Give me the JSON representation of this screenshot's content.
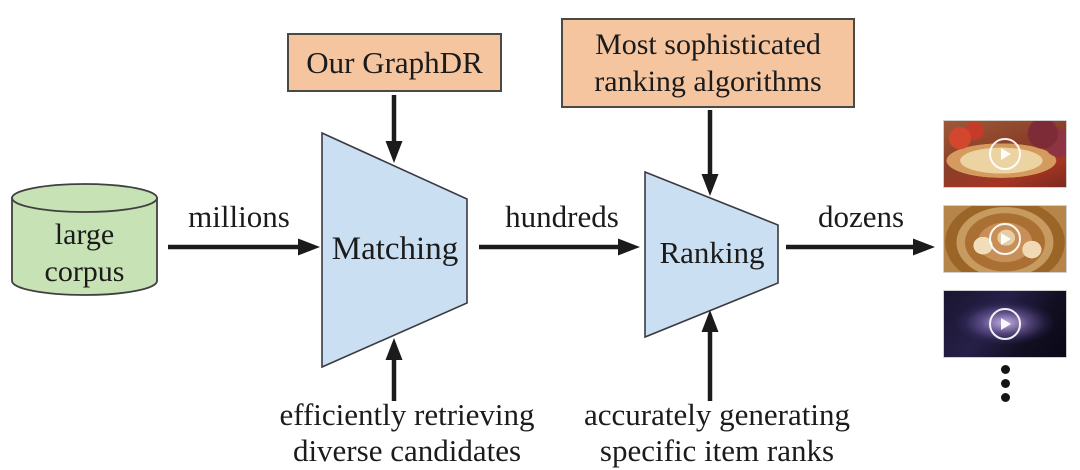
{
  "figure": {
    "corpus": {
      "line1": "large",
      "line2": "corpus"
    },
    "flow": {
      "millions": "millions",
      "hundreds": "hundreds",
      "dozens": "dozens"
    },
    "stages": {
      "matching": "Matching",
      "ranking": "Ranking"
    },
    "callouts": {
      "graphdr": "Our GraphDR",
      "ranking_algorithms": {
        "line1": "Most sophisticated",
        "line2": "ranking algorithms"
      }
    },
    "notes": {
      "matching": {
        "line1": "efficiently retrieving",
        "line2": "diverse candidates"
      },
      "ranking": {
        "line1": "accurately generating",
        "line2": "specific item ranks"
      }
    },
    "outputs": {
      "items": [
        {
          "icon": "play-icon",
          "thumbnail": "pizza-food-video"
        },
        {
          "icon": "play-icon",
          "thumbnail": "kittens-basket-video"
        },
        {
          "icon": "play-icon",
          "thumbnail": "galaxy-space-video"
        }
      ],
      "more_indicator": "vertical-ellipsis"
    },
    "colors": {
      "corpus_fill": "#c7e2b4",
      "callout_fill": "#f5c5a0",
      "funnel_fill": "#cbdff2",
      "outline": "#404040",
      "arrow_and_text": "#1b1b1b",
      "background": "#ffffff"
    }
  }
}
